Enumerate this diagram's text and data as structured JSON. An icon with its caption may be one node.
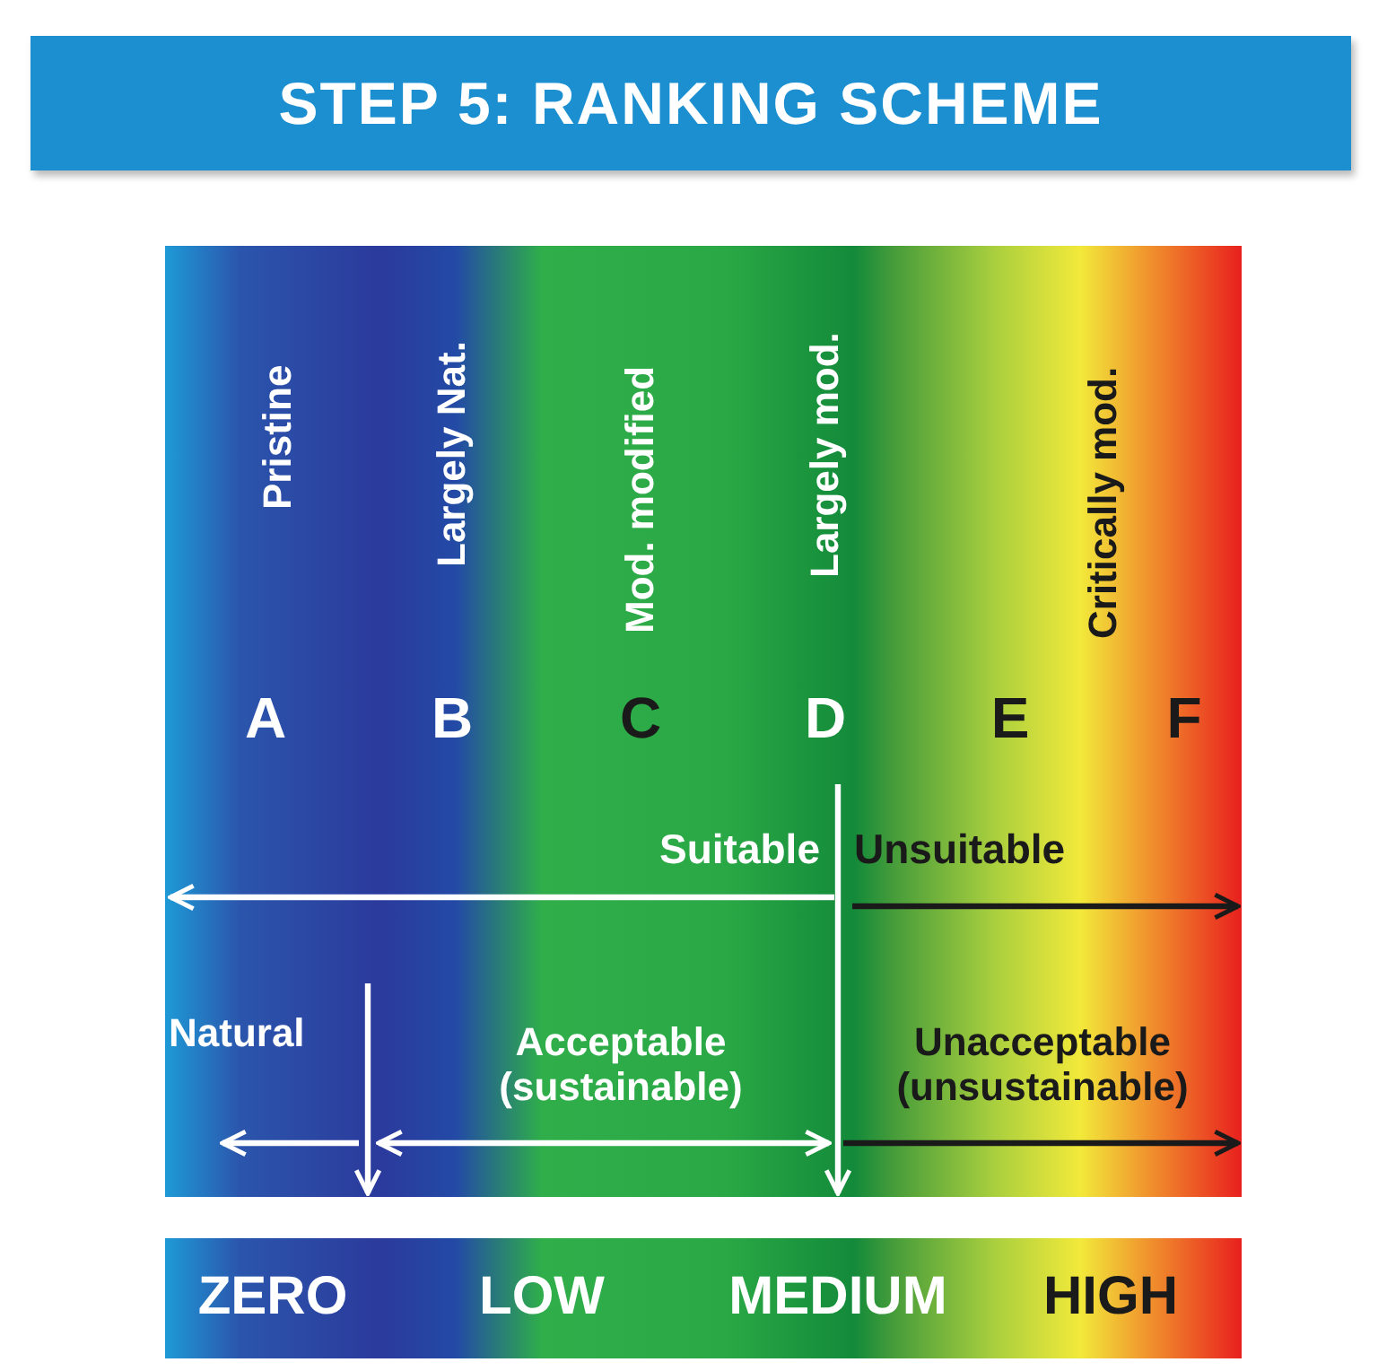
{
  "diagram": {
    "title": "STEP 5: RANKING SCHEME",
    "labels": [
      "Pristine",
      "Largely Nat.",
      "Mod. modified",
      "Largely mod.",
      "Critically mod.",
      "A",
      "B",
      "C",
      "D",
      "E",
      "F",
      "Suitable",
      "Unsuitable",
      "Natural",
      "Acceptable (sustainable)",
      "Unacceptable (unsustainable)",
      "ZERO",
      "LOW",
      "MEDIUM",
      "HIGH"
    ]
  }
}
